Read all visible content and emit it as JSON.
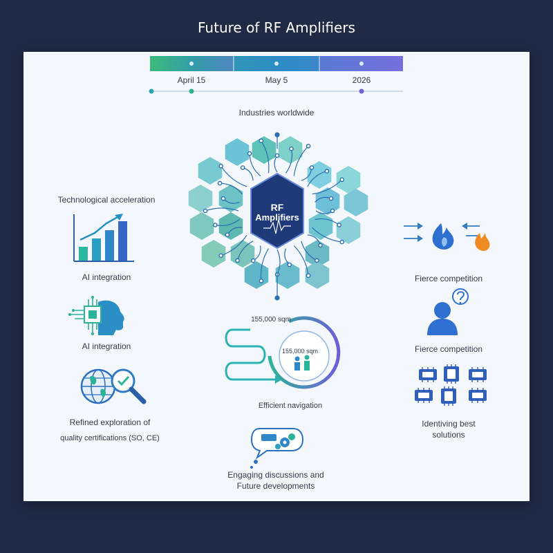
{
  "title": "Future of RF Amplifiers",
  "timeline": {
    "labels": [
      "April 15",
      "May 5",
      "2026"
    ]
  },
  "center": {
    "heading": "Industries worldwide",
    "hub_line1": "RF",
    "hub_line2": "Amplifiers"
  },
  "left": {
    "tech": "Technological acceleration",
    "ai1": "AI integration",
    "ai2": "AI integration",
    "explore_line1": "Refined exploration of",
    "explore_line2": "quality certifications (SO, CE)"
  },
  "middle": {
    "area_outer": "155,000 sqm",
    "area_inner": "155,000 sqm",
    "navigation": "Efficient navigation",
    "discuss_line1": "Engaging discussions and",
    "discuss_line2": "Future developments"
  },
  "right": {
    "competition1": "Fierce competition",
    "competition2": "Fierce competition",
    "solutions_line1": "Identiving best",
    "solutions_line2": "solutions"
  },
  "colors": {
    "teal": "#2bb3a6",
    "blue": "#2f6fc0",
    "purple": "#6e5fd8",
    "navy": "#1f3a73",
    "orange": "#f08a24"
  }
}
